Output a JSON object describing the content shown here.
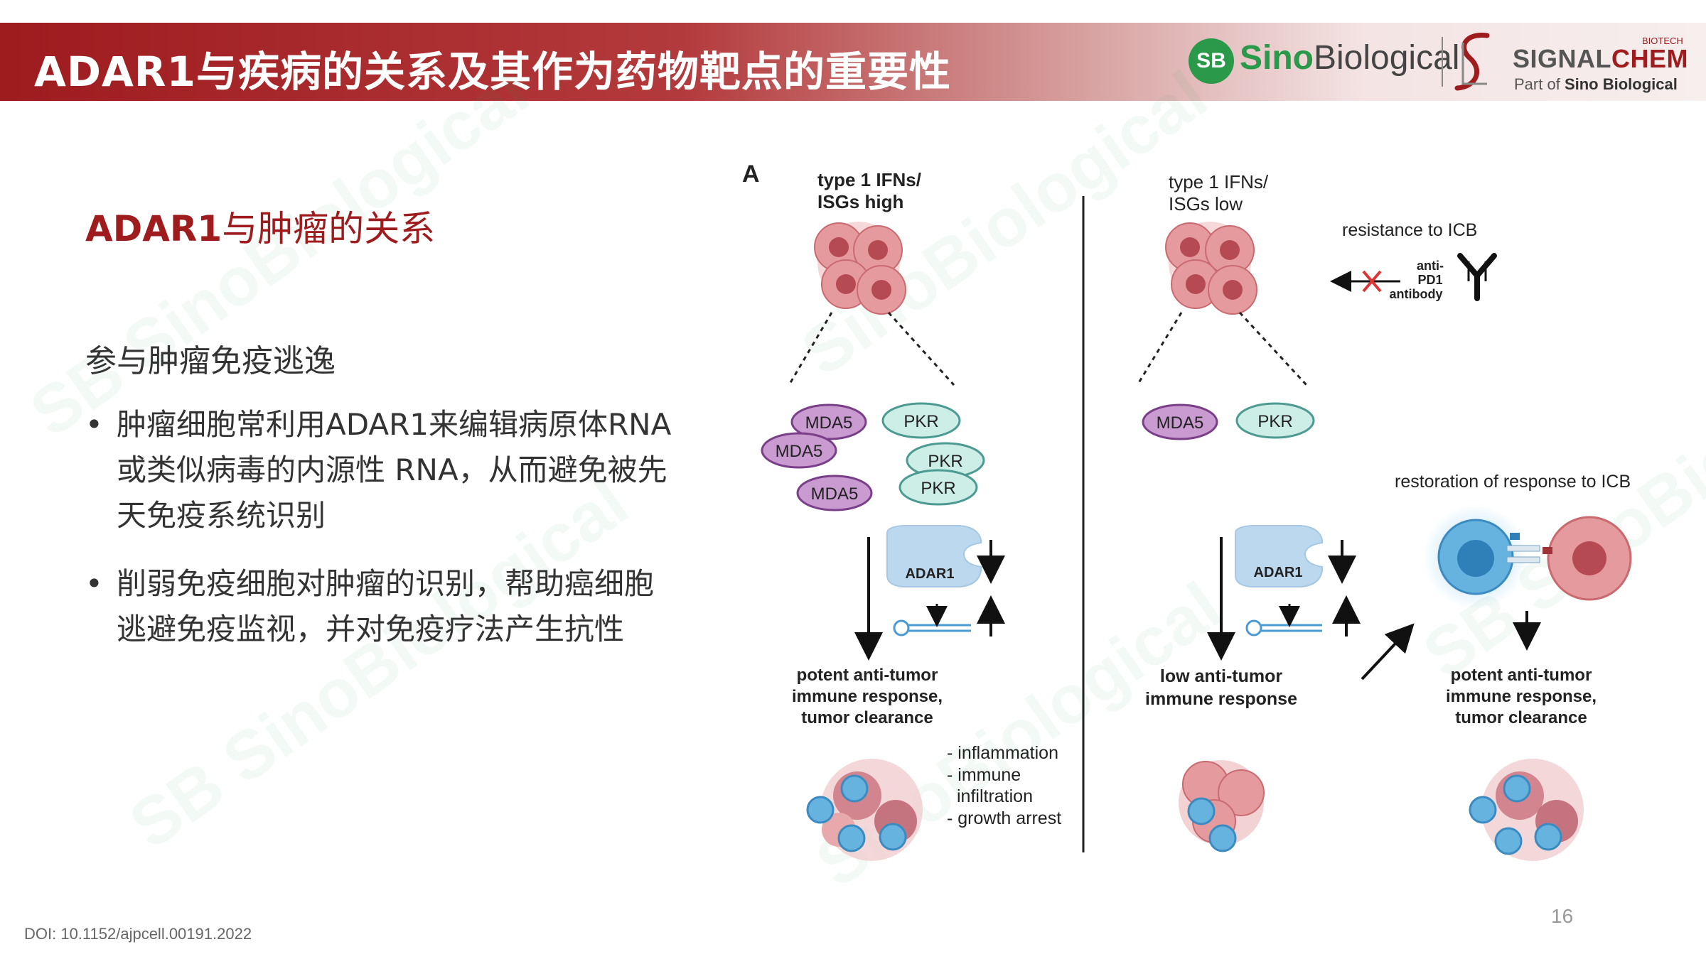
{
  "header": {
    "title": "ADAR1与疾病的关系及其作为药物靶点的重要性",
    "logo_sino_a": "Sino",
    "logo_sino_b": "Biological",
    "logo_sb": "SB",
    "logo_biotech": "BIOTECH",
    "logo_signal": "SIGNAL",
    "logo_chem": "CHEM",
    "logo_part_of": "Part of",
    "logo_part_brand": "Sino Biological"
  },
  "slide": {
    "subtitle_bold": "ADAR1",
    "subtitle_rest": "与肿瘤的关系",
    "section_heading": "参与肿瘤免疫逃逸",
    "bullets": [
      "肿瘤细胞常利用ADAR1来编辑病原体RNA 或类似病毒的内源性 RNA，从而避免被先天免疫系统识别",
      "削弱免疫细胞对肿瘤的识别，帮助癌细胞逃避免疫监视，并对免疫疗法产生抗性"
    ],
    "bullet_symbol": "•",
    "doi": "DOI: 10.1152/ajpcell.00191.2022",
    "page_number": "16"
  },
  "figure": {
    "panel_label": "A",
    "left": {
      "heading_1": "type 1 IFNs/",
      "heading_2": "ISGs high",
      "mda5": [
        "MDA5",
        "MDA5",
        "MDA5"
      ],
      "pkr": [
        "PKR",
        "PKR",
        "PKR"
      ],
      "adar": "ADAR1",
      "outcome": [
        "potent anti-tumor",
        "immune response,",
        "tumor clearance"
      ],
      "effects": [
        "- inflammation",
        "- immune",
        "infiltration",
        "- growth arrest"
      ]
    },
    "right": {
      "heading_1": "type 1 IFNs/",
      "heading_2": "ISGs low",
      "resistance": "resistance to ICB",
      "antibody": [
        "anti-",
        "PD1",
        "antibody"
      ],
      "mda5": "MDA5",
      "pkr": "PKR",
      "adar": "ADAR1",
      "restoration": "restoration of response to ICB",
      "low_outcome": [
        "low anti-tumor",
        "immune response"
      ],
      "potent_outcome": [
        "potent anti-tumor",
        "immune response,",
        "tumor clearance"
      ]
    }
  },
  "colors": {
    "brand_red": "#9e1b1e",
    "brand_green": "#2a9a4a",
    "mda5_fill": "#c99bd0",
    "mda5_stroke": "#7a3f88",
    "pkr_fill": "#cdeee6",
    "pkr_stroke": "#4b9b92",
    "adar_fill": "#bcd8ee",
    "tumor_fill": "#e59a9e",
    "immune_fill": "#67b3e0"
  }
}
